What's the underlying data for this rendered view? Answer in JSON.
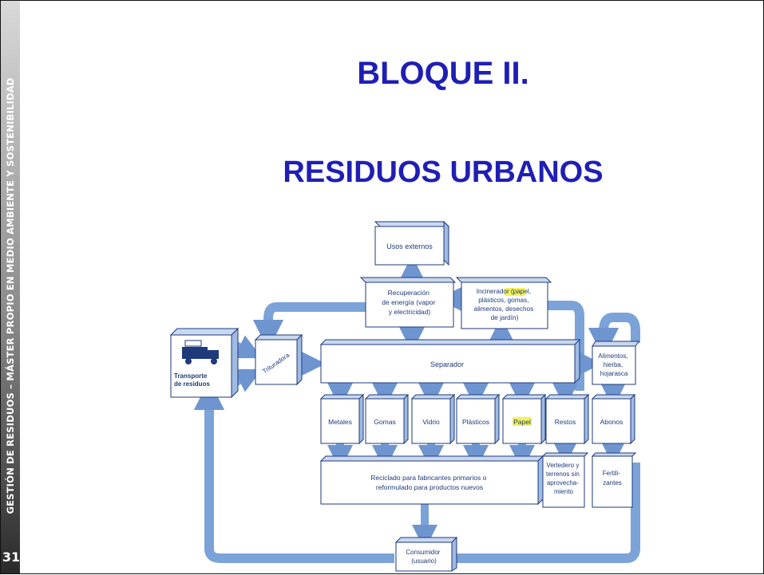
{
  "sidebar": {
    "text": "GESTIÓN DE RESIDUOS – MÁSTER PROPIO EN MEDIO AMBIENTE Y SOSTENIBILIDAD",
    "page_number": "31"
  },
  "slide": {
    "title": "BLOQUE II.",
    "subtitle": "RESIDUOS URBANOS"
  },
  "diagram": {
    "usos_externos": "Usos externos",
    "recuperacion": [
      "Recuperación",
      "de energía (vapor",
      "y electricidad)"
    ],
    "incinerador": [
      "Incinerador (papel,",
      "plásticos, gomas,",
      "alimentos, desechos",
      "de jardín)"
    ],
    "transporte": [
      "Transporte",
      "de residuos"
    ],
    "trituradora": "Trituradora",
    "separador": "Separador",
    "alimentos": [
      "Alimentos,",
      "hierba,",
      "hojarasca"
    ],
    "categories": [
      "Metales",
      "Gomas",
      "Vidrio",
      "Plásticos",
      "Papel",
      "Restos",
      "Abonos"
    ],
    "reciclado": [
      "Reciclado para fabricantes primarios o",
      "reformulado para productos nuevos"
    ],
    "vertedero": [
      "Vertedero y",
      "terrenos sin",
      "aprovecha-",
      "miento"
    ],
    "fertilizantes": [
      "Fertili-",
      "zantes"
    ],
    "consumidor": [
      "Consumidor",
      "(usuario)"
    ]
  },
  "colors": {
    "title": "#1f1fb5",
    "diagram_blue": "#7ba3d8",
    "diagram_text": "#1e3a7a",
    "highlight": "#f2f25a"
  }
}
